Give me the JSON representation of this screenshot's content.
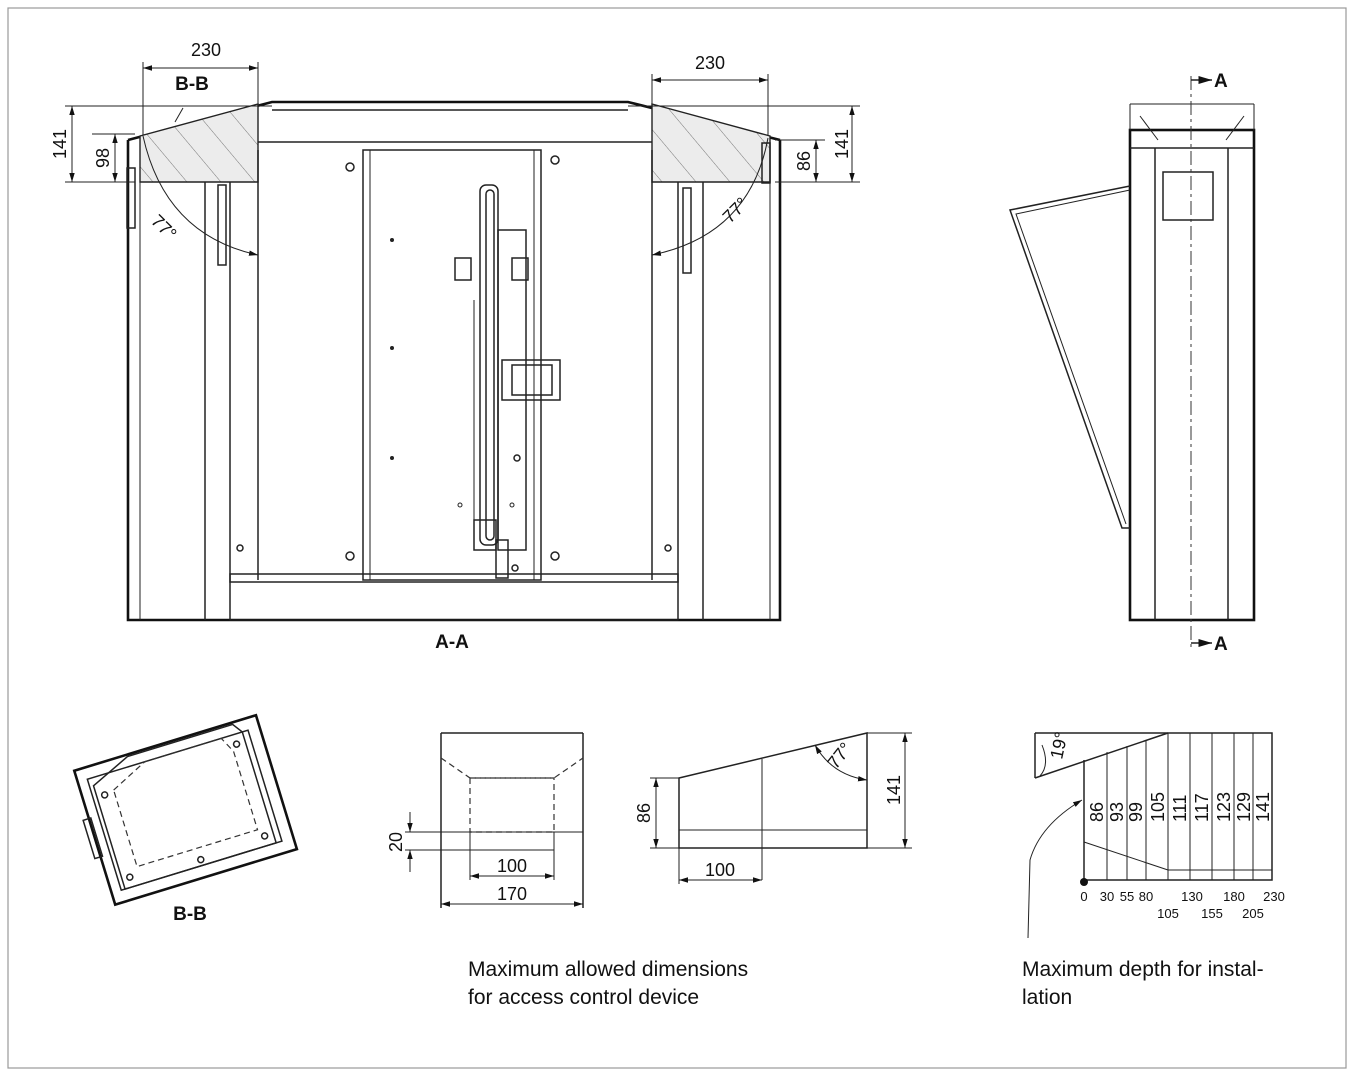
{
  "sections": {
    "aa": "A-A",
    "bb_top": "B-B",
    "bb_bottom": "B-B",
    "a_top": "A",
    "a_bottom": "A"
  },
  "dimensions": {
    "top_left_width": "230",
    "top_right_width": "230",
    "left_outer_height": "141",
    "left_inner_height": "98",
    "right_inner_height": "86",
    "right_outer_height": "141",
    "left_angle": "77°",
    "right_angle": "77°",
    "front_slot_height": "20",
    "front_inner_width": "100",
    "front_outer_width": "170",
    "side_low_height": "86",
    "side_high_height": "141",
    "side_depth": "100",
    "side_angle": "77°",
    "depth_angle": "19°"
  },
  "depth_chart": {
    "heights": [
      "86",
      "93",
      "99",
      "105",
      "111",
      "117",
      "123",
      "129",
      "141"
    ],
    "axis_upper": [
      "0",
      "30",
      "55",
      "80",
      "130",
      "180",
      "230"
    ],
    "axis_lower": [
      "105",
      "155",
      "205"
    ]
  },
  "captions": {
    "access_line1": "Maximum allowed dimensions",
    "access_line2": "for access control device",
    "depth_line1": "Maximum depth for instal-",
    "depth_line2": "lation"
  }
}
